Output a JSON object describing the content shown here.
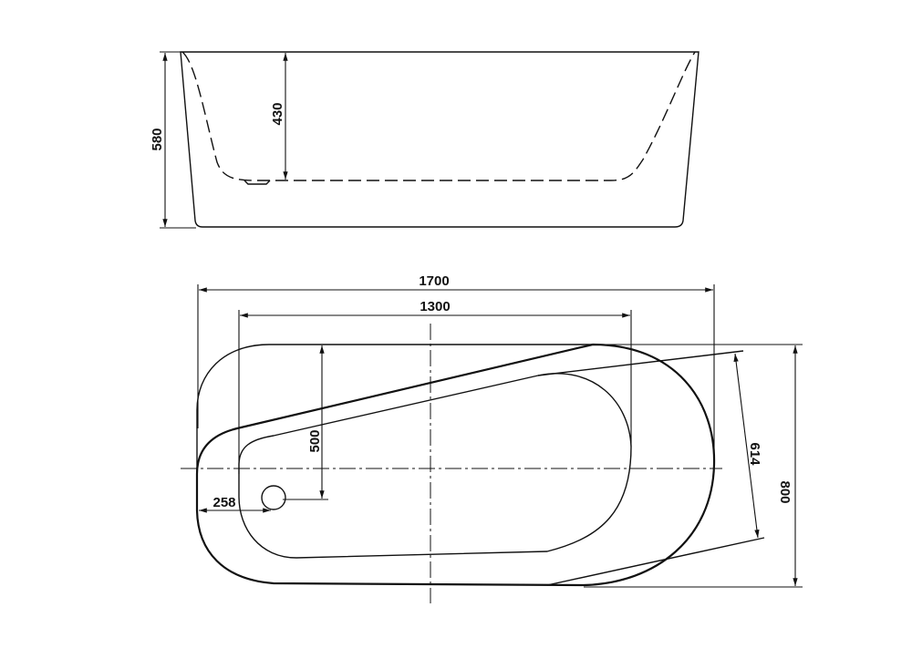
{
  "dimensions": {
    "side_total_height": "580",
    "side_inner_depth": "430",
    "overall_length": "1700",
    "inner_length": "1300",
    "drain_to_centerline": "500",
    "inner_width": "614",
    "overall_width": "800",
    "drain_from_edge": "258"
  },
  "colors": {
    "line": "#111111",
    "background": "#ffffff"
  }
}
